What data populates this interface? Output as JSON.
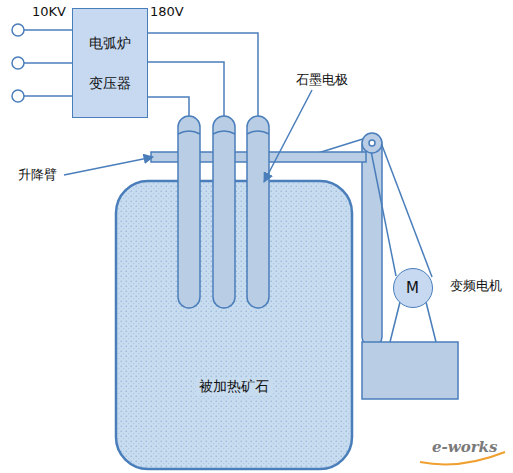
{
  "diagram": {
    "nodes": [
      {
        "text": [
          "电弧炉",
          "变压器"
        ]
      },
      {
        "text": [
          "被加热矿石"
        ]
      },
      {
        "text": [
          "M",
          "变频电机"
        ]
      }
    ],
    "labels": [
      "10KV",
      "180V",
      "石墨电极",
      "升降臂",
      "e-works"
    ]
  }
}
